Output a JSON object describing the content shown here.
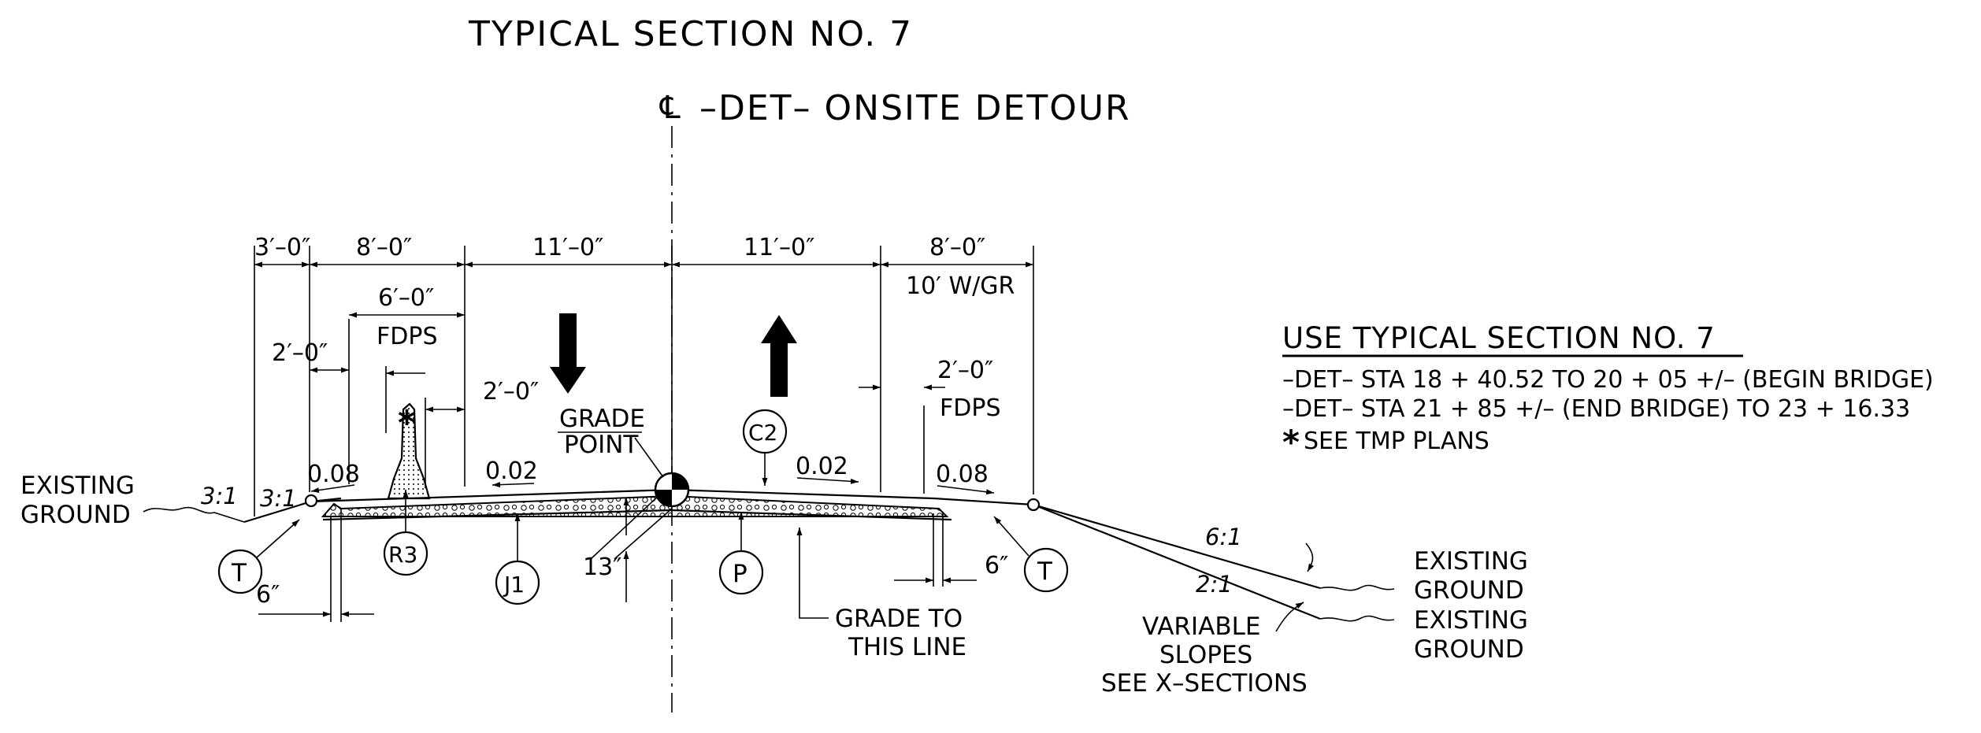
{
  "title": "TYPICAL SECTION  NO. 7",
  "centerline": {
    "symbol": "℄",
    "label": "–DET– ONSITE DETOUR"
  },
  "dimensions": {
    "d1": "3′–0″",
    "d2": "8′–0″",
    "d3": "11′–0″",
    "d4": "11′–0″",
    "d5": "8′–0″",
    "d5_sub": "10′ W/GR",
    "fdps_left_width": "6′–0″",
    "fdps_left_label": "FDPS",
    "left_offset": "2′–0″",
    "barrier_offset": "2′–0″",
    "fdps_right_width": "2′–0″",
    "fdps_right_label": "FDPS",
    "depth": "13″",
    "left_6": "6″",
    "right_6": "6″"
  },
  "slopes": {
    "left_shoulder": "0.08",
    "left_lane": "0.02",
    "right_lane": "0.02",
    "right_shoulder": "0.08",
    "left_fill_outer": "3:1",
    "left_fill_inner": "3:1",
    "right_upper": "6:1",
    "right_lower": "2:1"
  },
  "labels": {
    "grade_point_1": "GRADE",
    "grade_point_2": "POINT",
    "grade_line_1": "GRADE TO",
    "grade_line_2": "THIS LINE",
    "variable_1": "VARIABLE",
    "variable_2": "SLOPES",
    "variable_3": "SEE X–SECTIONS",
    "existing_ground_left_1": "EXISTING",
    "existing_ground_left_2": "GROUND",
    "existing_ground_r1_1": "EXISTING",
    "existing_ground_r1_2": "GROUND",
    "existing_ground_r2_1": "EXISTING",
    "existing_ground_r2_2": "GROUND",
    "asterisk": "*"
  },
  "callouts": {
    "t_left": "T",
    "r3": "R3",
    "j1": "J1",
    "p": "P",
    "c2": "C2",
    "t_right": "T"
  },
  "notes": {
    "heading": "USE  TYPICAL  SECTION   NO. 7",
    "line1": "–DET–  STA  18 + 40.52  TO   20 + 05   +/–  (BEGIN  BRIDGE)",
    "line2": "–DET–  STA  21 + 85   +/–  (END  BRIDGE)  TO   23 + 16.33",
    "line3_symbol": "*",
    "line3": "SEE  TMP  PLANS"
  }
}
